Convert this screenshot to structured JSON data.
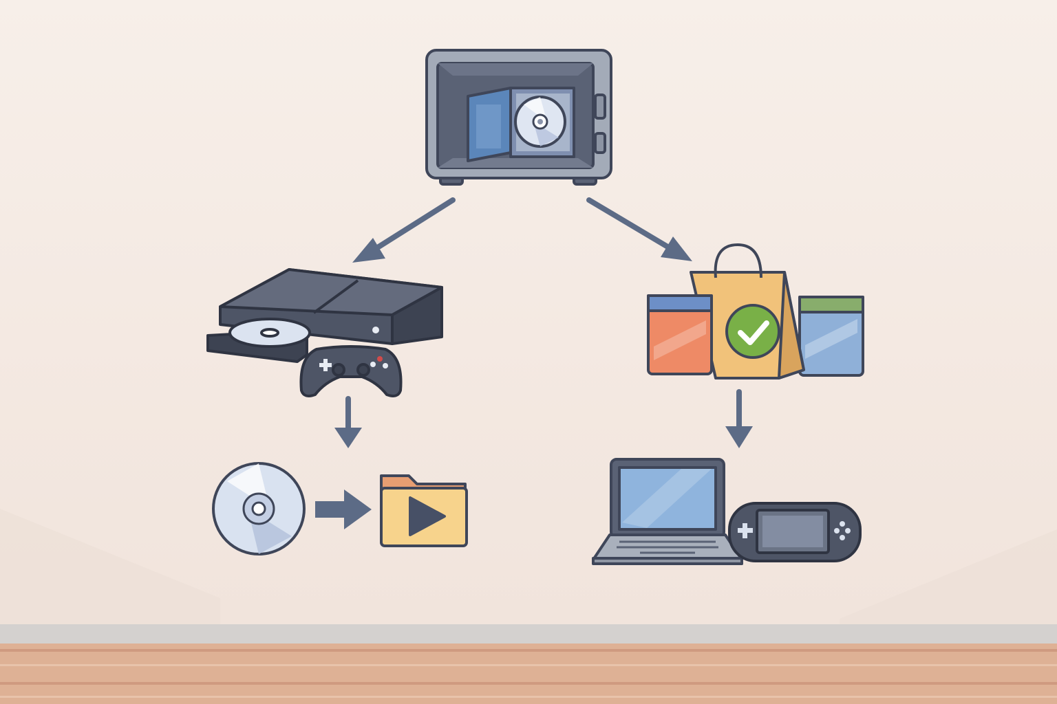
{
  "diagram": {
    "nodes": [
      {
        "id": "safe",
        "icon": "safe-with-disc-case-icon"
      },
      {
        "id": "console",
        "icon": "game-console-with-disc-tray-icon"
      },
      {
        "id": "store",
        "icon": "shopping-bag-with-games-icon"
      },
      {
        "id": "disc-to-folder",
        "icon": "disc-to-video-folder-icon"
      },
      {
        "id": "devices",
        "icon": "laptop-and-handheld-icon"
      }
    ],
    "edges": [
      {
        "from": "safe",
        "to": "console"
      },
      {
        "from": "safe",
        "to": "store"
      },
      {
        "from": "console",
        "to": "disc-to-folder"
      },
      {
        "from": "store",
        "to": "devices"
      }
    ]
  },
  "colors": {
    "background": "#f7efe9",
    "arrow": "#5c6b86",
    "outline": "#3f4659",
    "check": "#79b047",
    "floor": "#d9aa8a"
  }
}
